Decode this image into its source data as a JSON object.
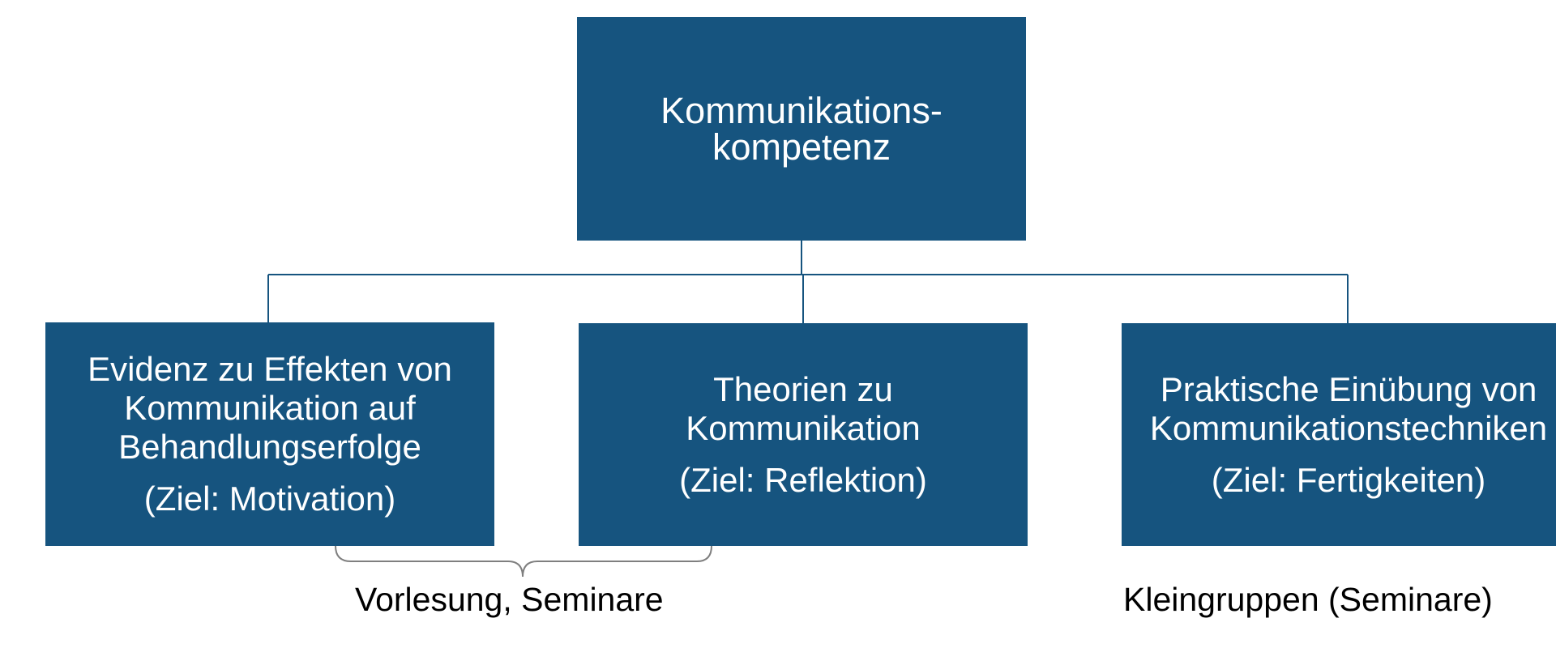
{
  "diagram": {
    "root": {
      "lines": [
        "Kommunikations-",
        "kompetenz"
      ]
    },
    "children": [
      {
        "lines": [
          "Evidenz zu Effekten von",
          "Kommunikation auf",
          "Behandlungserfolge"
        ],
        "goal": "(Ziel: Motivation)"
      },
      {
        "lines": [
          "Theorien zu",
          "Kommunikation"
        ],
        "goal": "(Ziel: Reflektion)"
      },
      {
        "lines": [
          "Praktische Einübung von",
          "Kommunikationstechniken"
        ],
        "goal": "(Ziel: Fertigkeiten)"
      }
    ],
    "captions": {
      "lecture": "Vorlesung, Seminare",
      "small_groups": "Kleingruppen (Seminare)"
    },
    "colors": {
      "box_fill": "#16547f",
      "box_text": "#ffffff",
      "connector": "#16547f",
      "brace": "#7f7f7f"
    }
  }
}
